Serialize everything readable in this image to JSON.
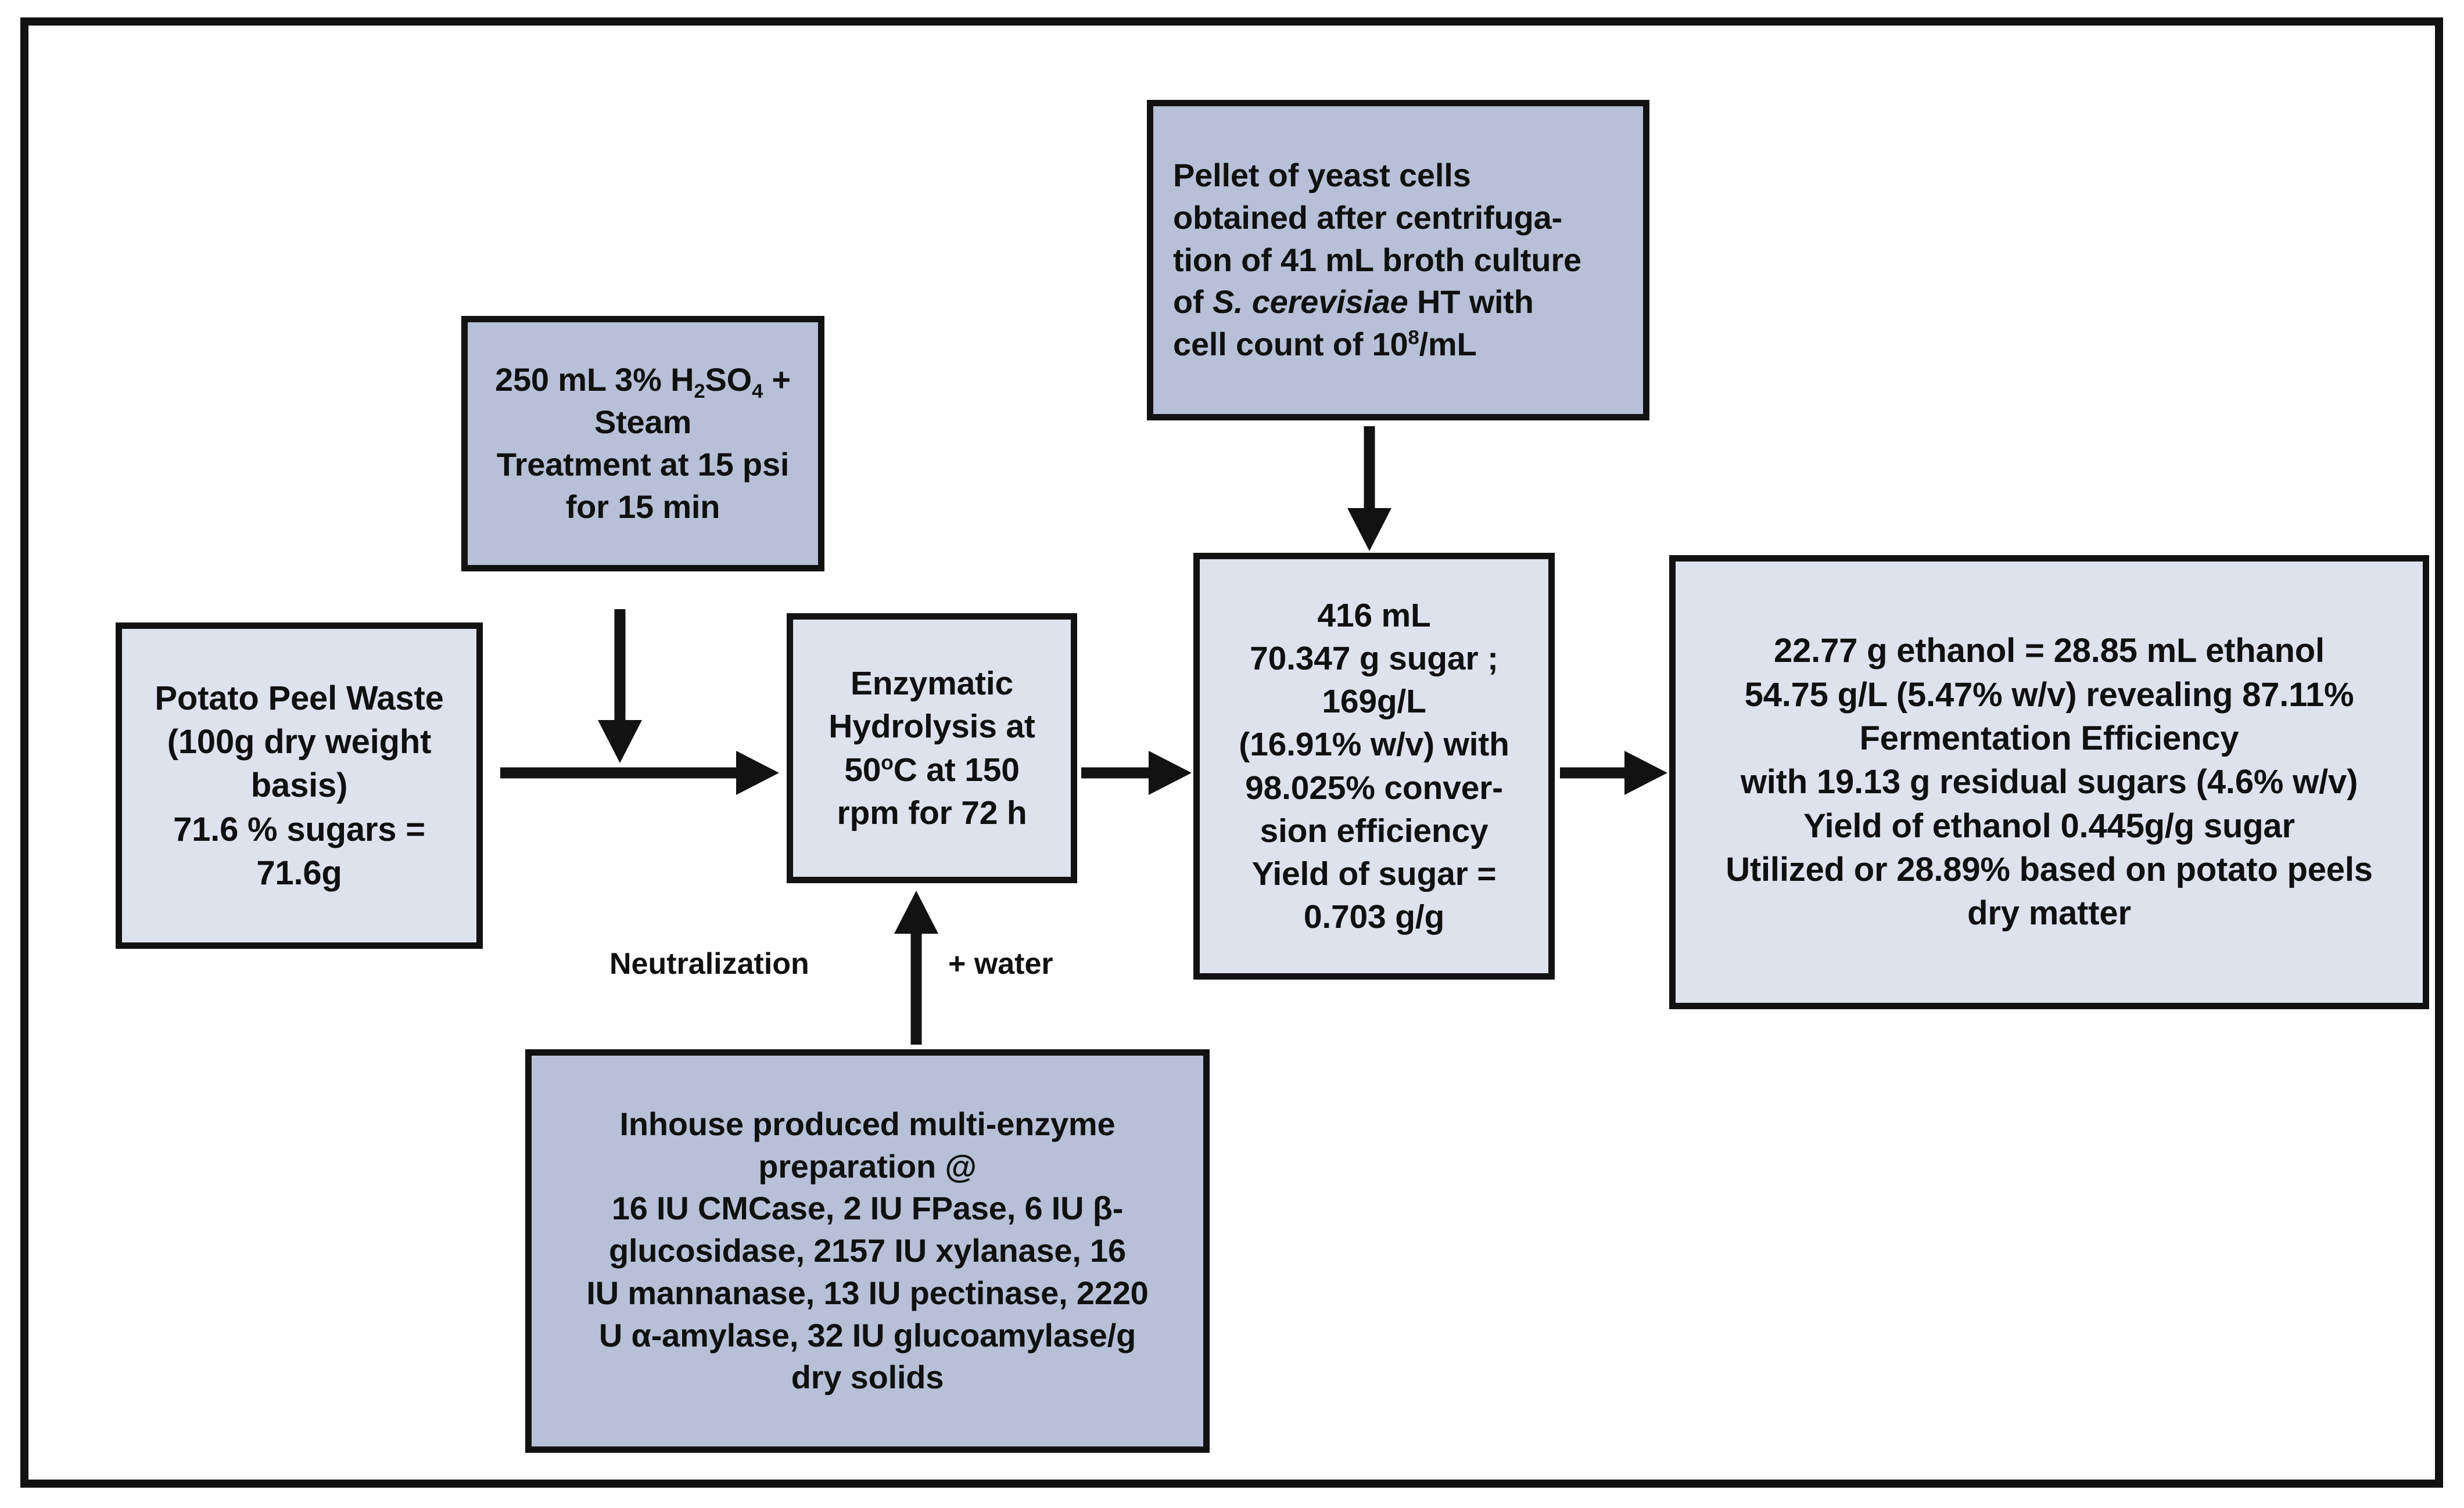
{
  "diagram": {
    "title": "Potato peel waste to bioethanol process flow",
    "colors": {
      "box_fill_dark": "#b8c0d8",
      "box_fill_light": "#dee2ec",
      "stroke": "#121212",
      "background": "#ffffff"
    },
    "nodes": {
      "acid_treatment": {
        "name": "acid-steam-treatment",
        "fill": "#b8c0d8",
        "lines": [
          "250 mL  3% H2SO4 +",
          "Steam",
          "Treatment at 15 psi",
          "for 15 min"
        ],
        "line1_prefix": "250 mL  3% H",
        "line1_sub": "2",
        "line1_mid": "SO",
        "line1_sub2": "4",
        "line1_suffix": " +",
        "line2": "Steam",
        "line3": "Treatment at 15 psi",
        "line4": "for 15 min"
      },
      "yeast_pellet": {
        "name": "yeast-pellet-inoculum",
        "fill": "#b8c0d8",
        "line1": "Pellet of yeast cells",
        "line2": "obtained after centrifuga-",
        "line3": "tion of 41 mL  broth culture",
        "line4_prefix": "of  ",
        "line4_italic": "S. cerevisiae",
        "line4_suffix": " HT with",
        "line5_prefix": "cell count of 10",
        "line5_sup": "8",
        "line5_suffix": "/mL"
      },
      "potato_peel_waste": {
        "name": "potato-peel-waste-input",
        "fill": "#dee2ec",
        "line1": "Potato Peel Waste",
        "line2": "(100g dry weight",
        "line3": "basis)",
        "line4": "71.6 % sugars =",
        "line5": "71.6g"
      },
      "enzymatic_hydrolysis": {
        "name": "enzymatic-hydrolysis-step",
        "fill": "#dee2ec",
        "line1": "Enzymatic",
        "line2": "Hydrolysis at",
        "line3_prefix": "50",
        "line3_sup": "o",
        "line3_suffix": "C at 150",
        "line4": "rpm for 72 h"
      },
      "hydrolysate": {
        "name": "hydrolysate-output",
        "fill": "#dee2ec",
        "line1": "416 mL",
        "line2": "70.347 g sugar ;",
        "line3": "169g/L",
        "line4": "(16.91% w/v) with",
        "line5": "98.025% conver-",
        "line6": "sion efficiency",
        "line7": "Yield of sugar =",
        "line8": "0.703 g/g"
      },
      "results": {
        "name": "fermentation-results",
        "fill": "#dee2ec",
        "line1": "22.77 g ethanol = 28.85 mL ethanol",
        "line2": "54.75 g/L (5.47% w/v) revealing 87.11%",
        "line3": "Fermentation Efficiency",
        "line4": "with 19.13 g residual sugars (4.6% w/v)",
        "line5": "Yield of ethanol  0.445g/g sugar",
        "line6": "Utilized or 28.89% based on potato peels",
        "line7": "dry matter"
      },
      "enzyme_preparation": {
        "name": "multi-enzyme-preparation",
        "fill": "#b8c0d8",
        "line1": "Inhouse produced  multi-enzyme",
        "line2": "preparation @",
        "line3": "16 IU CMCase, 2 IU FPase, 6 IU β-",
        "line4": "glucosidase, 2157 IU xylanase,    16",
        "line5": "IU mannanase, 13 IU pectinase, 2220",
        "line6": "U  α-amylase, 32 IU glucoamylase/g",
        "line7": "dry solids"
      }
    },
    "edge_labels": {
      "neutralization": "Neutralization",
      "water": "+ water"
    },
    "arrows": [
      {
        "name": "acid-to-hydrolysis",
        "direction": "down"
      },
      {
        "name": "peel-to-hydrolysis",
        "direction": "right"
      },
      {
        "name": "yeast-to-hydrolysate",
        "direction": "down"
      },
      {
        "name": "enzymes-to-hydrolysis",
        "direction": "up"
      },
      {
        "name": "hydrolysis-to-hydrolysate",
        "direction": "right"
      },
      {
        "name": "hydrolysate-to-results",
        "direction": "right"
      }
    ]
  }
}
